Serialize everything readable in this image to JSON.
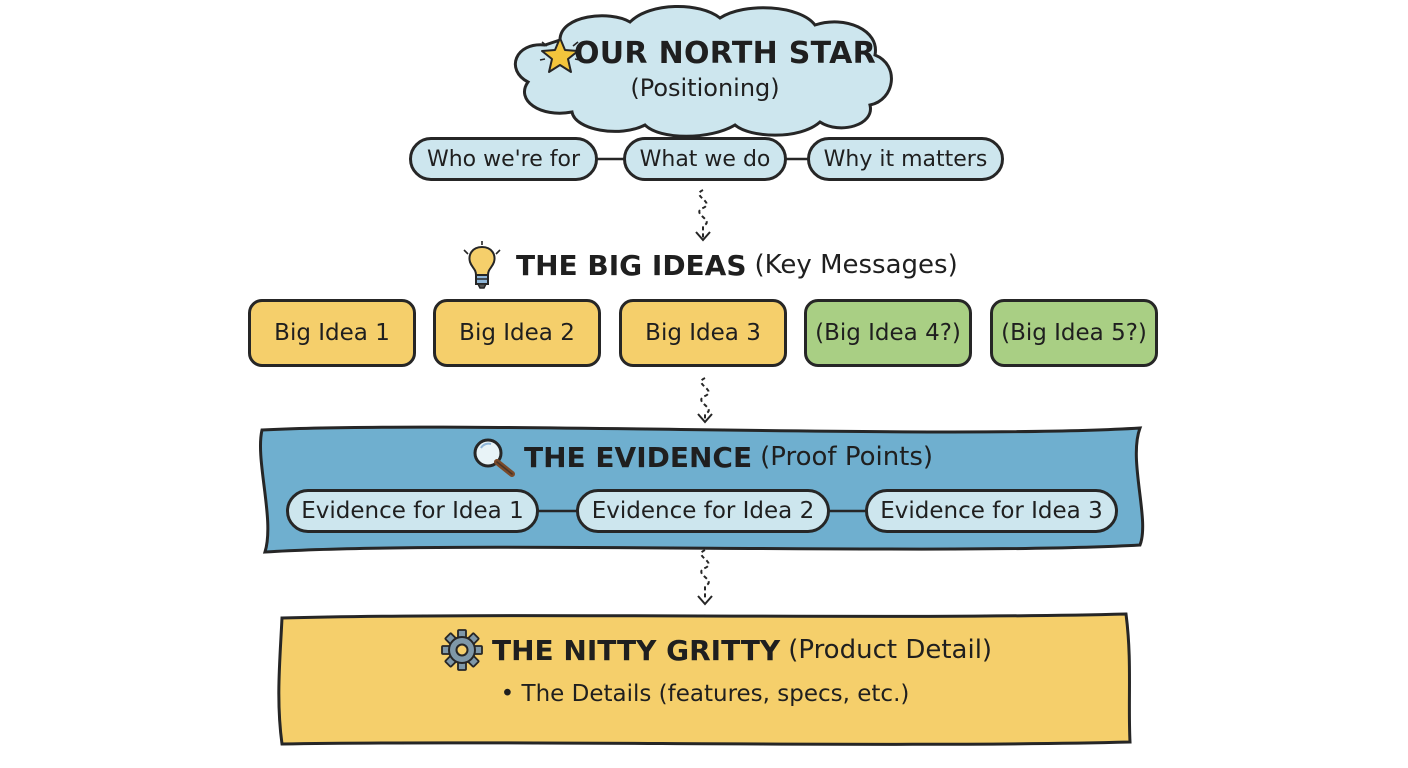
{
  "north_star": {
    "title": "OUR NORTH STAR",
    "subtitle": "(Positioning)",
    "icon": "star-icon",
    "pillars": [
      "Who we're for",
      "What we do",
      "Why it matters"
    ]
  },
  "big_ideas": {
    "title": "THE BIG IDEAS",
    "subtitle": "(Key Messages)",
    "icon": "lightbulb-icon",
    "items": [
      {
        "label": "Big Idea 1",
        "color": "#f5cf6b"
      },
      {
        "label": "Big Idea 2",
        "color": "#f5cf6b"
      },
      {
        "label": "Big Idea 3",
        "color": "#f5cf6b"
      },
      {
        "label": "(Big Idea 4?)",
        "color": "#a9cf84"
      },
      {
        "label": "(Big Idea 5?)",
        "color": "#a9cf84"
      }
    ]
  },
  "evidence": {
    "title": "THE EVIDENCE",
    "subtitle": "(Proof Points)",
    "icon": "magnifier-icon",
    "items": [
      "Evidence for Idea 1",
      "Evidence for Idea 2",
      "Evidence for Idea 3"
    ],
    "band_color": "#6fafcf"
  },
  "nitty_gritty": {
    "title": "THE NITTY GRITTY",
    "subtitle": "(Product Detail)",
    "icon": "gear-icon",
    "bullet": "• The Details (features, specs, etc.)",
    "band_color": "#f5cf6b"
  }
}
